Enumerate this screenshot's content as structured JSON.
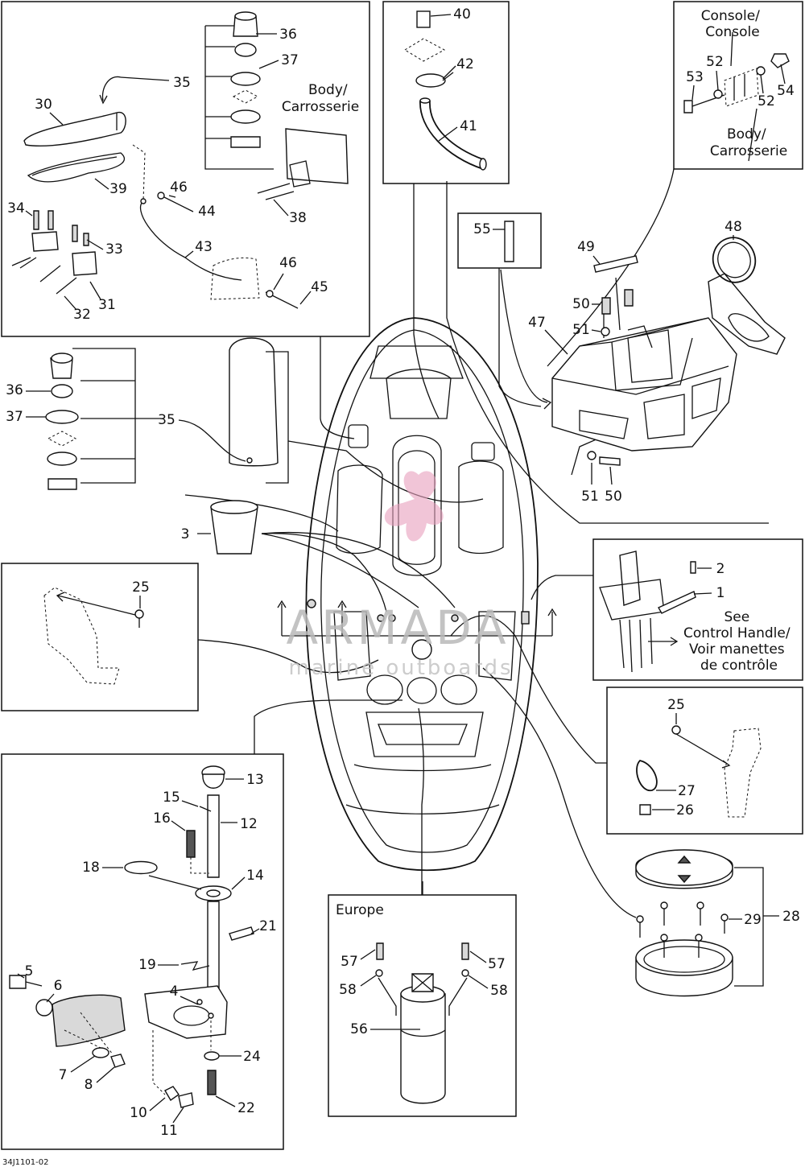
{
  "diagram_code": "34J1101-02",
  "watermark": {
    "brand": "ARMADA",
    "tagline": "marine outboards"
  },
  "labels": {
    "body_carrosserie_top": [
      "Body/",
      "Carrosserie"
    ],
    "console_console": [
      "Console/",
      "Console"
    ],
    "body_carrosserie_right": [
      "Body/",
      "Carrosserie"
    ],
    "see_control_handle": [
      "See",
      "Control Handle/",
      "Voir manettes",
      "de contrôle"
    ],
    "europe": "Europe"
  },
  "callouts": {
    "n1": "1",
    "n2": "2",
    "n3": "3",
    "n4": "4",
    "n5": "5",
    "n6": "6",
    "n7": "7",
    "n8": "8",
    "n10": "10",
    "n11": "11",
    "n12": "12",
    "n13": "13",
    "n14": "14",
    "n15": "15",
    "n16": "16",
    "n18": "18",
    "n19": "19",
    "n21": "21",
    "n22": "22",
    "n24": "24",
    "n25a": "25",
    "n25b": "25",
    "n26": "26",
    "n27": "27",
    "n28": "28",
    "n29": "29",
    "n30": "30",
    "n31": "31",
    "n32": "32",
    "n33": "33",
    "n34": "34",
    "n35a": "35",
    "n35b": "35",
    "n36a": "36",
    "n36b": "36",
    "n37a": "37",
    "n37b": "37",
    "n38": "38",
    "n39": "39",
    "n40": "40",
    "n41": "41",
    "n42": "42",
    "n43": "43",
    "n44": "44",
    "n45": "45",
    "n46a": "46",
    "n46b": "46",
    "n47": "47",
    "n48": "48",
    "n49": "49",
    "n50a": "50",
    "n50b": "50",
    "n51a": "51",
    "n51b": "51",
    "n52a": "52",
    "n52b": "52",
    "n53": "53",
    "n54": "54",
    "n55": "55",
    "n56": "56",
    "n57a": "57",
    "n57b": "57",
    "n58a": "58",
    "n58b": "58"
  },
  "colors": {
    "line": "#111111",
    "watermark_pink": "#e8a0bd",
    "watermark_gray": "#b9b9b9"
  }
}
